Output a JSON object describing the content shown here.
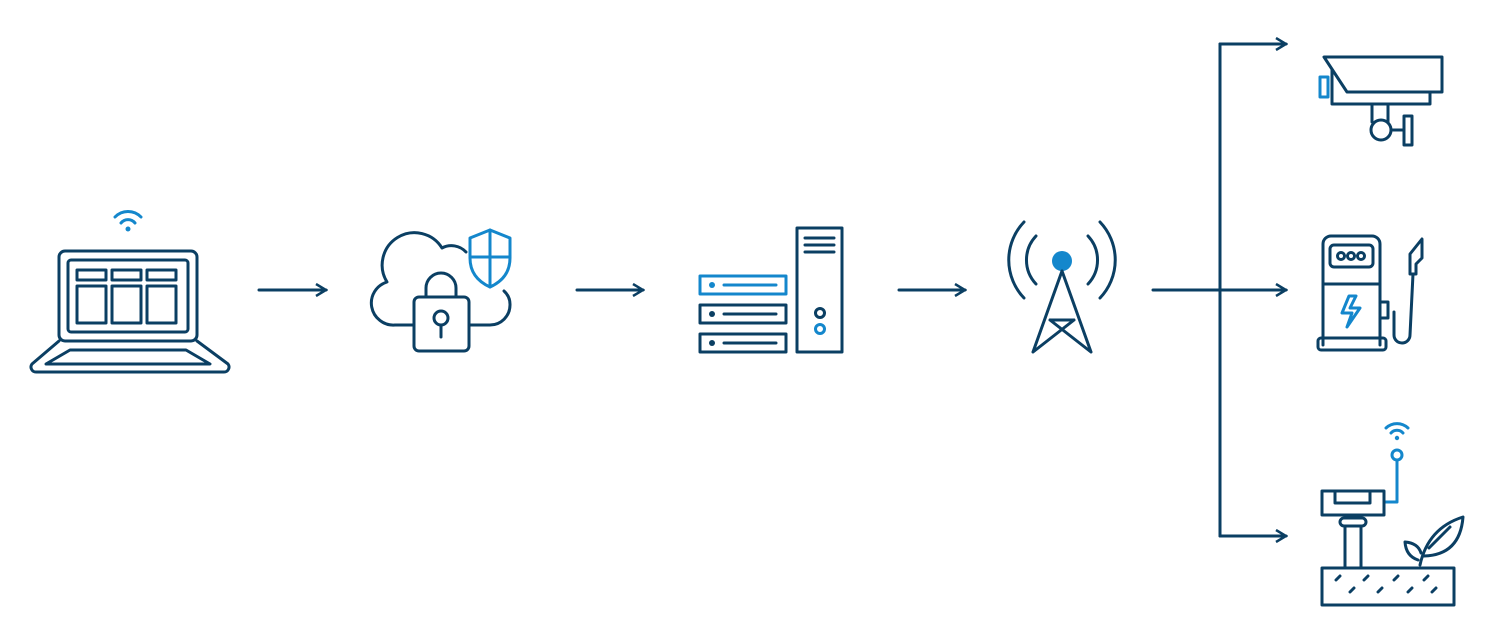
{
  "diagram": {
    "colors": {
      "primary": "#0b3f63",
      "accent": "#1487cc",
      "background": "#ffffff"
    },
    "nodes": [
      {
        "id": "laptop",
        "icon": "laptop-wifi-icon"
      },
      {
        "id": "cloud",
        "icon": "secure-cloud-icon"
      },
      {
        "id": "servers",
        "icon": "server-icon"
      },
      {
        "id": "tower",
        "icon": "cell-tower-icon"
      },
      {
        "id": "camera",
        "icon": "security-camera-icon"
      },
      {
        "id": "charger",
        "icon": "ev-charger-icon"
      },
      {
        "id": "sensor",
        "icon": "soil-sensor-icon"
      }
    ],
    "edges": [
      {
        "from": "laptop",
        "to": "cloud"
      },
      {
        "from": "cloud",
        "to": "servers"
      },
      {
        "from": "servers",
        "to": "tower"
      },
      {
        "from": "tower",
        "to": "camera"
      },
      {
        "from": "tower",
        "to": "charger"
      },
      {
        "from": "tower",
        "to": "sensor"
      }
    ]
  }
}
